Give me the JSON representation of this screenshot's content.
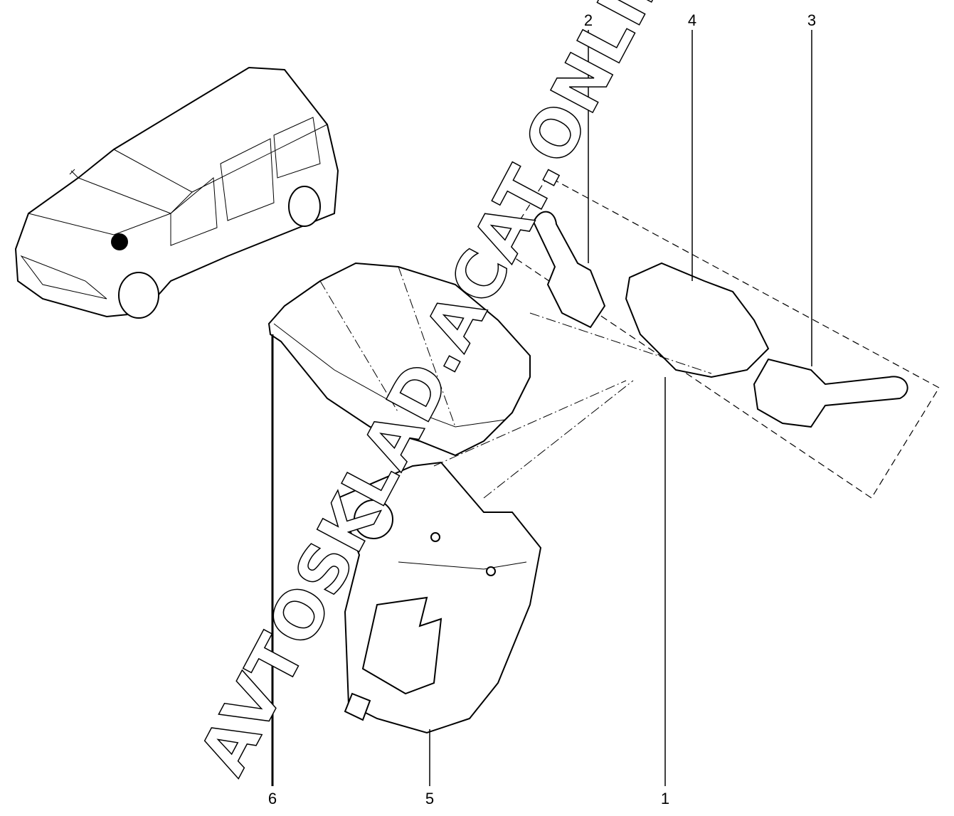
{
  "diagram": {
    "callouts": [
      "1",
      "2",
      "3",
      "4",
      "5",
      "6"
    ],
    "watermark": "AVTOSKLAD.ACAT.ONLINE"
  }
}
